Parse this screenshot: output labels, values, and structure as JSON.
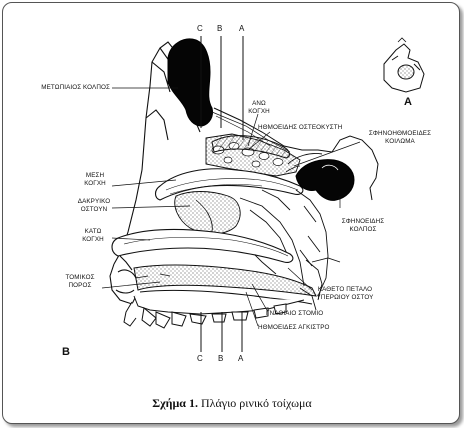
{
  "figure": {
    "caption_label": "Σχήμα 1.",
    "caption_text": "Πλάγιο ρινικό τοίχωμα",
    "panel_main": "Β",
    "panel_inset": "Α"
  },
  "section_letters": [
    "C",
    "B",
    "A"
  ],
  "labels": {
    "frontal_sinus": "ΜΕΤΩΠΙΑΙΟΣ ΚΟΛΠΟΣ",
    "superior_meatus_1": "ΑΝΩ",
    "superior_meatus_2": "ΚΟΓΧΗ",
    "ethmoid_cells": "ΗΘΜΟΕΙΔΗΣ ΟΣΤΕΟΚΥΣΤΗ",
    "spheno_ethmoid_1": "ΣΦΗΝΟΗΘΜΟΕΙΔΕΣ",
    "spheno_ethmoid_2": "ΚΟΙΛΩΜΑ",
    "middle_concha_1": "ΜΕΣΗ",
    "middle_concha_2": "ΚΟΓΧΗ",
    "lacrimal_1": "ΔΑΚΡΥΙΚΟ",
    "lacrimal_2": "ΟΣΤΟΥΝ",
    "sphenoid_sinus_1": "ΣΦΗΝΟΕΙΔΗΣ",
    "sphenoid_sinus_2": "ΚΟΛΠΟΣ",
    "inferior_concha_1": "ΚΑΤΩ",
    "inferior_concha_2": "ΚΟΓΧΗ",
    "palatine_plate_1": "ΚΑΘΕΤΟ ΠΕΤΑΛΟ",
    "palatine_plate_2": "ΥΠΕΡΩΙΟΥ ΟΣΤΟΥ",
    "incisive_canal_1": "ΤΟΜΙΚΟΣ",
    "incisive_canal_2": "ΠΟΡΟΣ",
    "maxillary_hiatus": "ΓΝΑΘΙΑΙΟ ΣΤΟΜΙΟ",
    "uncinate_process": "ΗΘΜΟΕΙΔΕΣ ΑΓΚΙΣΤΡΟ"
  }
}
